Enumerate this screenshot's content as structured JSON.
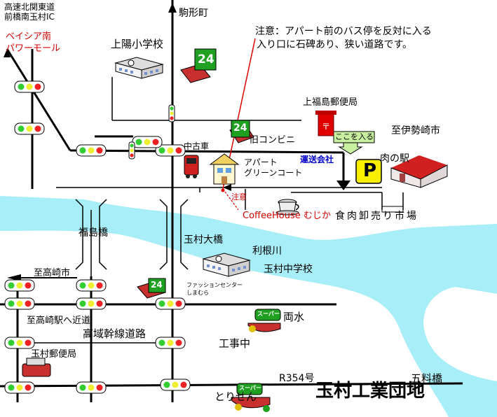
{
  "labels": {
    "expressway": "高速北関東道",
    "expressway_ic": "前橋南玉村IC",
    "bayside": "ベイシア南",
    "powermall": "パワーモール",
    "komagata": "駒形町",
    "kamiyo_school": "上陽小学校",
    "note_line1": "注意：アパート前のバス停を反対に入る",
    "note_line2": "入り口に石碑あり、狭い道路です。",
    "post_office": "上福島郵便局",
    "isesaki": "至伊勢崎市",
    "used_car": "中古車",
    "old_convenience": "旧コンビニ",
    "enter_here": "ここを入る",
    "apartment": "アパート",
    "green_court": "グリーンコート",
    "transport_company": "運送会社",
    "meat_station": "肉の駅",
    "caution": "注意",
    "coffeehouse": "CoffeeHouse むじか",
    "meat_market": "食肉卸売り市場",
    "fukushima_bridge": "福島橋",
    "tamamura_bridge": "玉村大橋",
    "tone_river": "利根川",
    "tamamura_jhs": "玉村中学校",
    "to_takasaki": "至高崎市",
    "fashion_center": "ファッションセンター",
    "shimamura": "しまむら",
    "to_takasaki_station": "至高崎駅へ近道",
    "ryosui": "両水",
    "highway_road": "高域幹線道路",
    "construction": "工事中",
    "tamamura_post": "玉村郵便局",
    "r354": "R354号",
    "gorui_bridge": "五料橋",
    "industrial_park": "玉村工業団地",
    "torisen": "とりせん",
    "sign_24": "24",
    "super_sign": "スーパー",
    "parking_p": "P"
  },
  "colors": {
    "road": "#000000",
    "river": "#a8eef8",
    "note_line": "#e00000",
    "entrance_box": "#c8f0a0",
    "parking_bg": "#f8f000",
    "convenience_green": "#20a020",
    "light_green": "#3c3",
    "light_yellow": "#ee3",
    "light_red": "#e22"
  }
}
